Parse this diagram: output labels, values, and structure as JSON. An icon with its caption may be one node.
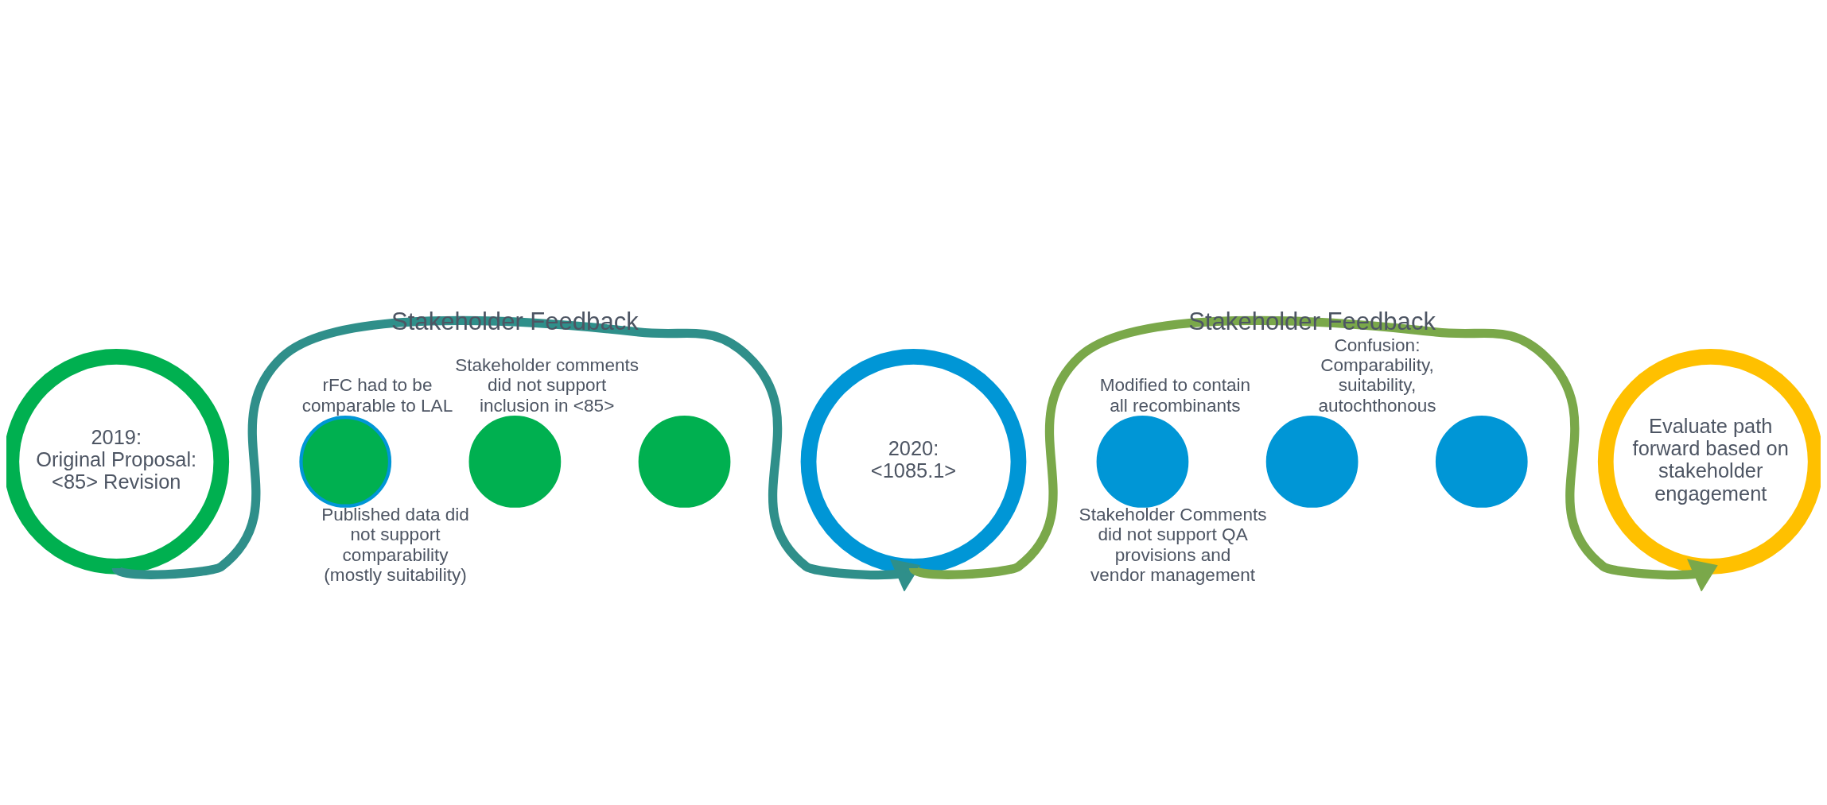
{
  "diagram": {
    "nodes": [
      {
        "text": [
          "2019:",
          "Original Proposal: <85> Revision"
        ]
      },
      {
        "text": [],
        "shape": "circle",
        "beside": [
          "rFC had to be comparable to LAL"
        ]
      },
      {
        "text": [],
        "shape": "circle",
        "beside": [
          "Published data did not support comparability (mostly suitability)"
        ]
      },
      {
        "text": [],
        "shape": "circle",
        "beside": [
          "Stakeholder comments did not support inclusion in <85>"
        ]
      },
      {
        "text": [
          "2020:",
          "<1085.1>"
        ]
      },
      {
        "text": [],
        "shape": "circle",
        "beside": [
          "Modified to contain all recombinants"
        ]
      },
      {
        "text": [],
        "shape": "circle",
        "beside": [
          "Stakeholder Comments did not support QA provisions and vendor management"
        ]
      },
      {
        "text": [],
        "shape": "circle",
        "beside": [
          "Confusion: Comparability, suitability, autochthonous"
        ]
      },
      {
        "text": [
          "Evaluate path forward based on stakeholder engagement"
        ]
      }
    ],
    "edges": [
      {
        "from": 0,
        "to": 4,
        "arrow": "to",
        "label": "Stakeholder Feedback"
      },
      {
        "from": 4,
        "to": 8,
        "arrow": "to",
        "label": "Stakeholder Feedback"
      }
    ]
  }
}
